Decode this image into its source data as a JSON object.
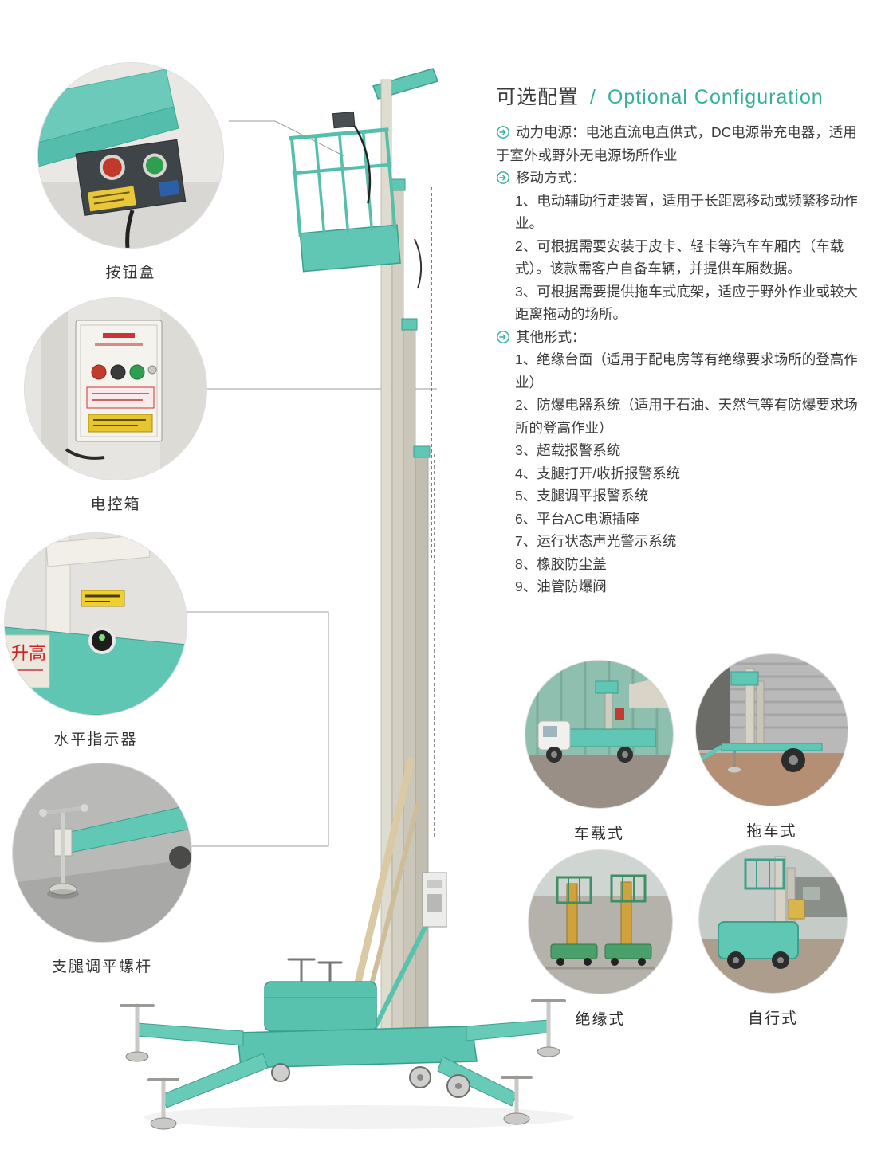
{
  "header": {
    "title_cn": "可选配置",
    "separator": "/",
    "title_en": "Optional Configuration"
  },
  "callouts": [
    {
      "label": "按钮盒"
    },
    {
      "label": "电控箱"
    },
    {
      "label": "水平指示器"
    },
    {
      "label": "支腿调平螺杆"
    }
  ],
  "options": [
    {
      "kind": "bullet",
      "text": "动力电源：电池直流电直供式，DC电源带充电器，适用于室外或野外无电源场所作业"
    },
    {
      "kind": "bullet",
      "text": "移动方式："
    },
    {
      "kind": "numbered",
      "text": "1、电动辅助行走装置，适用于长距离移动或频繁移动作业。"
    },
    {
      "kind": "numbered",
      "text": "2、可根据需要安装于皮卡、轻卡等汽车车厢内（车载式）。该款需客户自备车辆，并提供车厢数据。"
    },
    {
      "kind": "numbered",
      "text": "3、可根据需要提供拖车式底架，适应于野外作业或较大距离拖动的场所。"
    },
    {
      "kind": "bullet",
      "text": "其他形式："
    },
    {
      "kind": "numbered",
      "text": "1、绝缘台面（适用于配电房等有绝缘要求场所的登高作业）"
    },
    {
      "kind": "numbered",
      "text": "2、防爆电器系统（适用于石油、天然气等有防爆要求场所的登高作业）"
    },
    {
      "kind": "numbered",
      "text": "3、超载报警系统"
    },
    {
      "kind": "numbered",
      "text": "4、支腿打开/收折报警系统"
    },
    {
      "kind": "numbered",
      "text": "5、支腿调平报警系统"
    },
    {
      "kind": "numbered",
      "text": "6、平台AC电源插座"
    },
    {
      "kind": "numbered",
      "text": "7、运行状态声光警示系统"
    },
    {
      "kind": "numbered",
      "text": "8、橡胶防尘盖"
    },
    {
      "kind": "numbered",
      "text": "9、油管防爆阀"
    }
  ],
  "variants": [
    {
      "label": "车载式"
    },
    {
      "label": "拖车式"
    },
    {
      "label": "绝缘式"
    },
    {
      "label": "自行式"
    }
  ],
  "colors": {
    "machine_teal": "#5fc7b3",
    "accent_teal": "#35b09c",
    "text": "#3c3c3c"
  }
}
